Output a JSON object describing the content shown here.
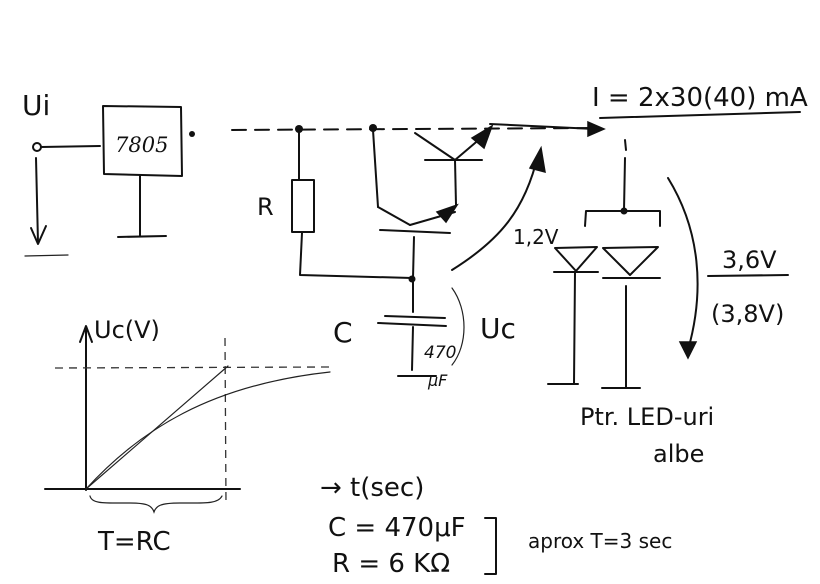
{
  "labels": {
    "input": "Ui",
    "regulator": "7805",
    "resistor": "R",
    "capacitor": "C",
    "cap_value": "470",
    "cap_unit": "μF",
    "cap_voltage": "Uc",
    "current": "I = 2x30(40) mA",
    "led_drop": "1,2V",
    "led_voltage": "3,6V",
    "led_voltage_alt": "(3,8V)",
    "led_caption_1": "Ptr. LED-uri",
    "led_caption_2": "albe"
  },
  "graph": {
    "ylabel": "Uc(V)",
    "xlabel": "→ t(sec)",
    "tau_label": "T=RC",
    "formula_c": "C = 470μF",
    "formula_r": "R = 6 KΩ",
    "approx": "aprox T=3 sec"
  }
}
